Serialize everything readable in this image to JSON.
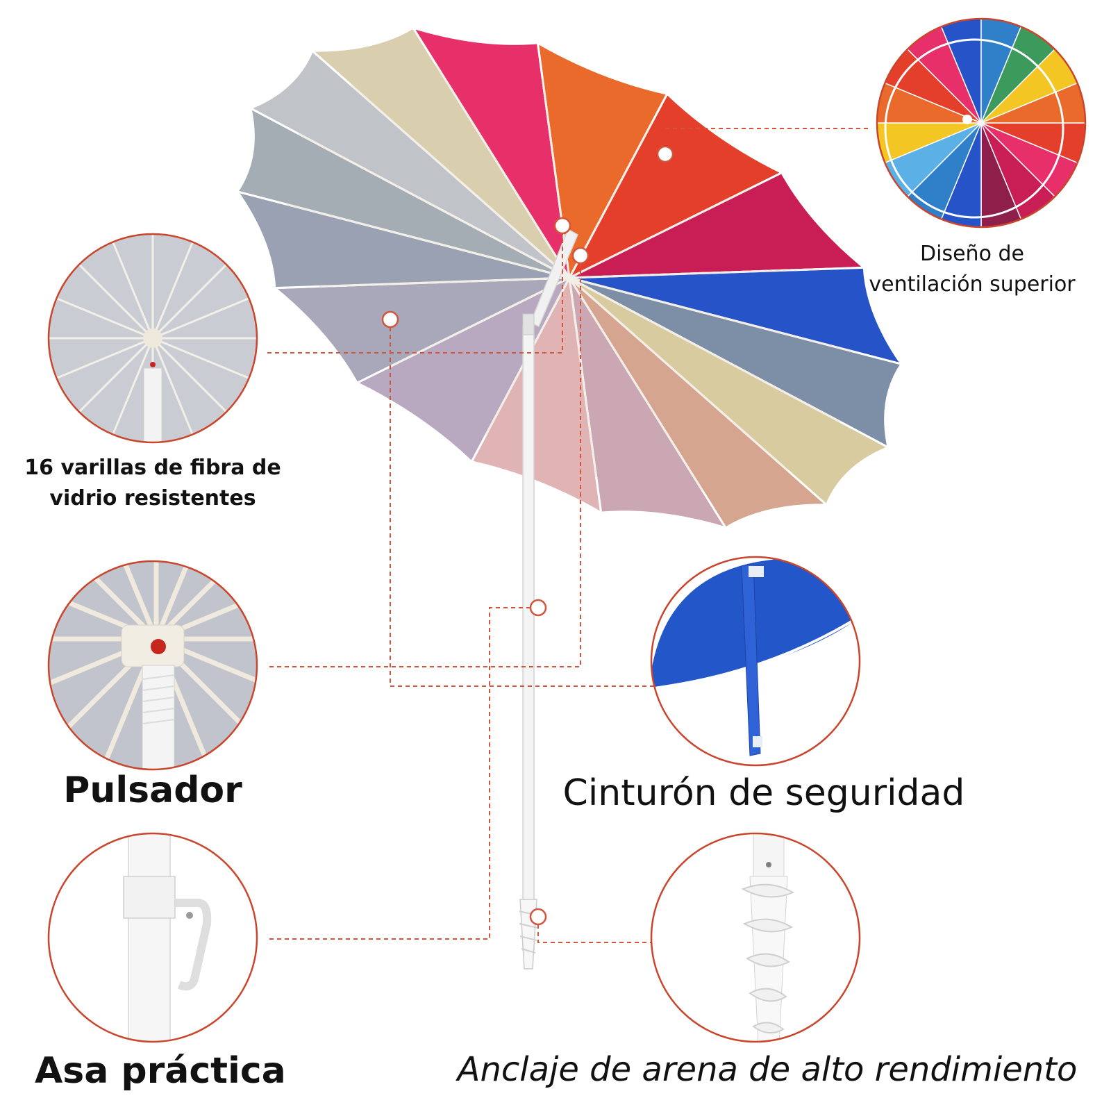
{
  "colors": {
    "accent_line": "#d2543a",
    "circle_border": "#c9462d",
    "pole": "#f4f4f4"
  },
  "panels": {
    "top_vent": {
      "name": "Diseño de ventilación superior",
      "line1": "Diseño de",
      "line2": "ventilación superior"
    },
    "ribs": {
      "name": "16 varillas de fibra de vidrio resistentes",
      "line1": "16 varillas de fibra de",
      "line2": "vidrio resistentes"
    },
    "push_button": {
      "name": "Pulsador"
    },
    "seat_belt": {
      "name": "Cinturón de seguridad"
    },
    "handle": {
      "name": "Asa práctica"
    },
    "sand_anchor": {
      "name": "Anclaje de arena de alto rendimiento"
    }
  },
  "umbrella_panel_colors": [
    "#e33f2b",
    "#e7306a",
    "#c91e55",
    "#2753c9",
    "#7d8fa6",
    "#d8cba0",
    "#d6a58f",
    "#caa7b2",
    "#a9a8bb",
    "#9aa1b2",
    "#a4adb3",
    "#d9cfae",
    "#e96a2a",
    "#f3c624",
    "#3c9a5d",
    "#2f7fc9"
  ]
}
